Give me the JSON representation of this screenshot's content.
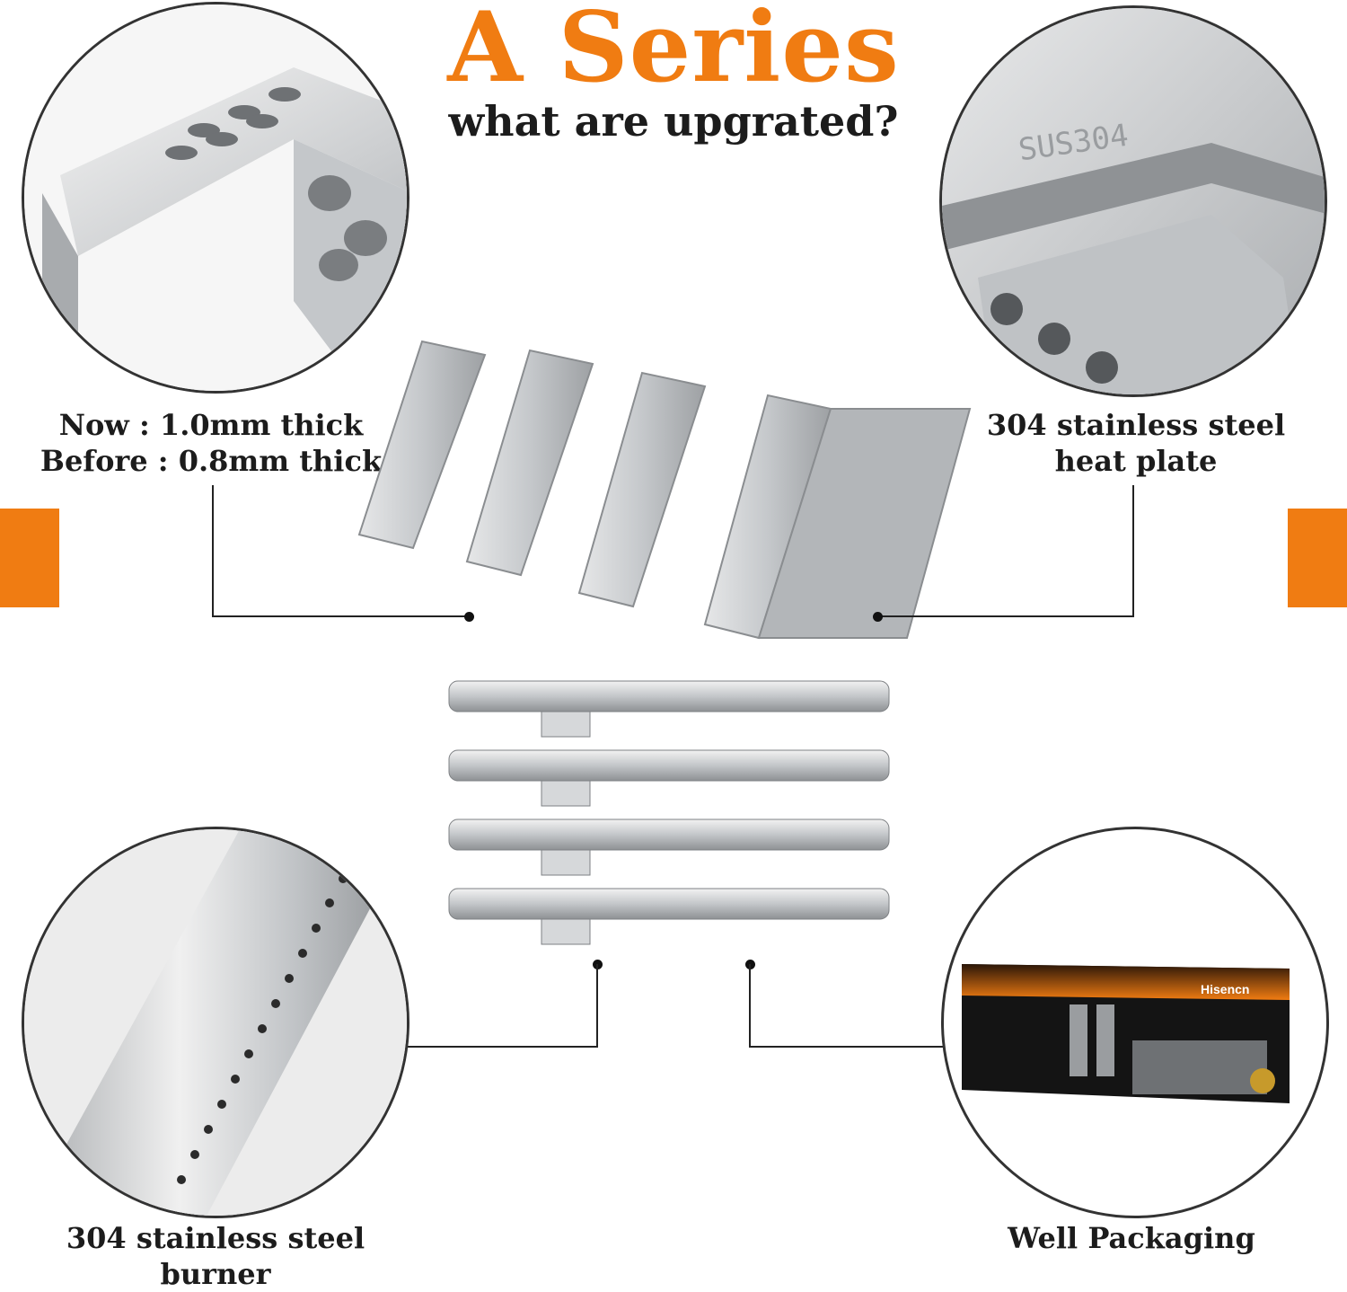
{
  "header": {
    "title": "A Series",
    "subtitle": "what are upgrated?"
  },
  "features": {
    "thickness": {
      "line1": "Now : 1.0mm thick",
      "line2": "Before : 0.8mm thick"
    },
    "heat_plate": {
      "line1": "304 stainless steel",
      "line2": "heat plate",
      "stamp": "SUS304"
    },
    "burner": {
      "line1": "304 stainless steel",
      "line2": "burner"
    },
    "packaging": {
      "label": "Well Packaging",
      "brand": "Hisencn"
    }
  },
  "colors": {
    "accent": "#f07c12",
    "text": "#1c1c1c",
    "steel": "#c9cccf"
  },
  "icons": [
    "heat-plate-closeup",
    "sus304-closeup",
    "burner-closeup",
    "package-box"
  ]
}
